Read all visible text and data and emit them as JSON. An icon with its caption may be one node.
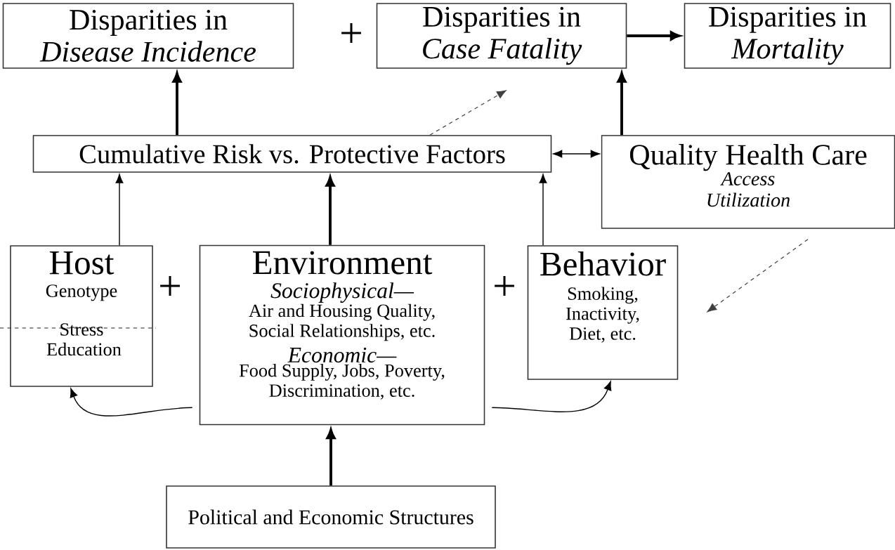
{
  "diagram": {
    "nodes": [
      {
        "text": [
          "Disparities in *Disease Incidence*"
        ]
      },
      {
        "text": [
          "Disparities in *Case Fatality*"
        ]
      },
      {
        "text": [
          "Disparities in *Mortality*"
        ]
      },
      {
        "text": [
          "Cumulative Risk vs. Protective Factors"
        ]
      },
      {
        "text": [
          "Quality Health Care",
          "Access Utilization"
        ]
      },
      {
        "text": [
          "Host",
          "Genotype",
          "Stress Education"
        ]
      },
      {
        "text": [
          "Environment",
          "Sociophysical—",
          "Air and Housing Quality, Social Relationships, etc.",
          "Economic—",
          "Food Supply, Jobs, Poverty, Discrimination, etc."
        ]
      },
      {
        "text": [
          "Behavior",
          "Smoking, Inactivity, Diet, etc."
        ]
      },
      {
        "text": [
          "Political and Economic Structures"
        ]
      }
    ],
    "edges": [
      {
        "from": 3,
        "to": 0,
        "arrow": "to",
        "style": "thick"
      },
      {
        "from": 4,
        "to": 1,
        "arrow": "to",
        "style": "thick"
      },
      {
        "from": 1,
        "to": 2,
        "arrow": "to",
        "style": "thick"
      },
      {
        "from": 3,
        "to": 1,
        "arrow": "to",
        "style": "dashed"
      },
      {
        "from": 3,
        "to": 4,
        "arrow": "both"
      },
      {
        "from": 5,
        "to": 3,
        "arrow": "to"
      },
      {
        "from": 6,
        "to": 3,
        "arrow": "to",
        "style": "thick"
      },
      {
        "from": 7,
        "to": 3,
        "arrow": "to"
      },
      {
        "from": 8,
        "to": 6,
        "arrow": "to",
        "style": "thick"
      },
      {
        "from": 6,
        "to": 5,
        "arrow": "to"
      },
      {
        "from": 6,
        "to": 7,
        "arrow": "to"
      },
      {
        "from": 4,
        "to": 7,
        "arrow": "to",
        "style": "dashed"
      }
    ],
    "labels": [
      "+",
      "+",
      "+"
    ]
  }
}
